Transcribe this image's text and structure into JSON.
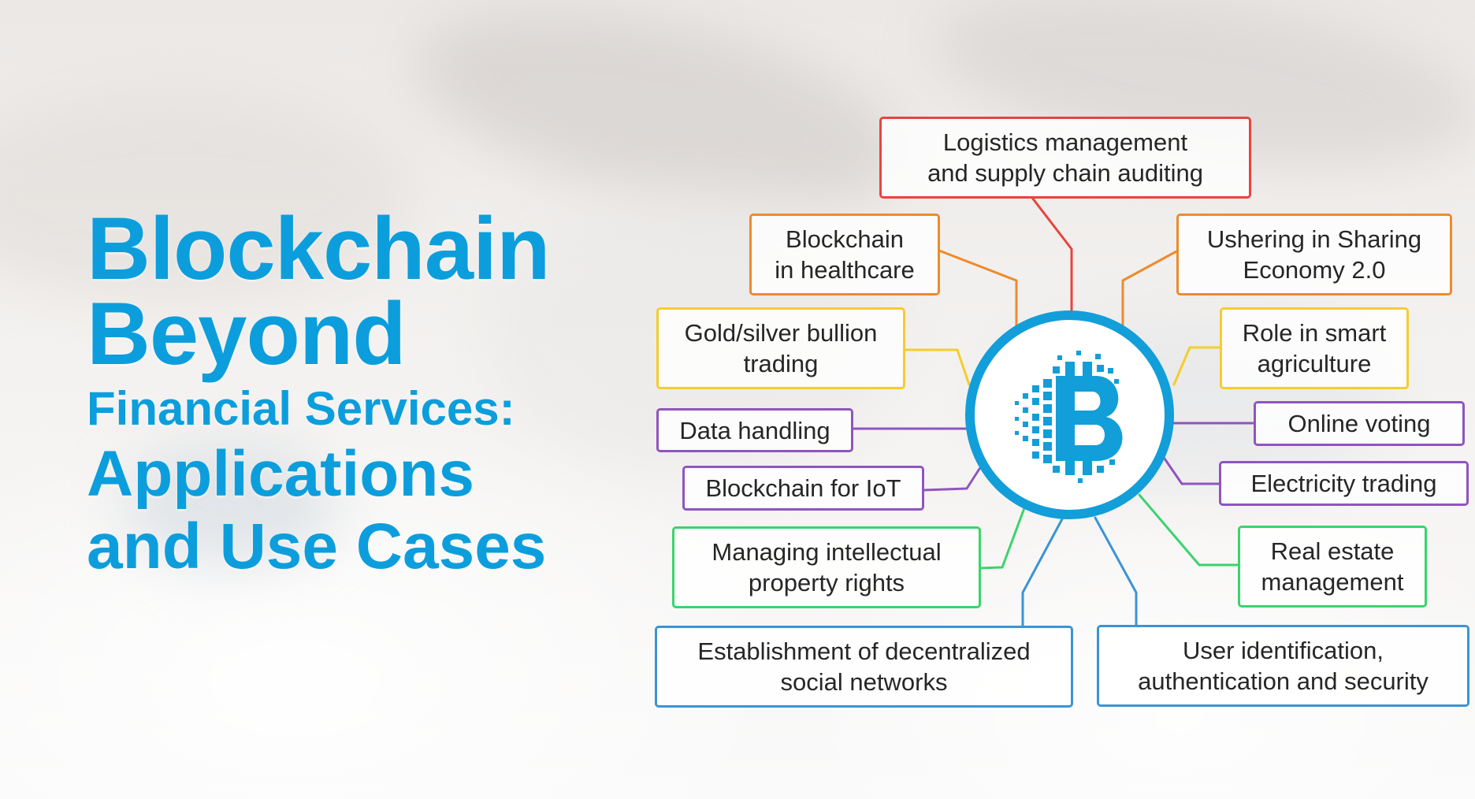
{
  "title": {
    "line1": "Blockchain",
    "line2": "Beyond",
    "line3": "Financial Services:",
    "line4": "Applications",
    "line5": "and Use Cases"
  },
  "hub": {
    "icon": "bitcoin-pixel-icon",
    "color": "#129ed9"
  },
  "colors": {
    "title": "#0c9edc",
    "red": "#e6453e",
    "orange": "#ed8b2c",
    "yellow": "#f5cd2b",
    "purple": "#8e55c0",
    "green": "#3bd36d",
    "blue": "#3b94d5"
  },
  "nodes": {
    "logistics": "Logistics management\nand supply chain auditing",
    "healthcare": "Blockchain\nin healthcare",
    "sharing_economy": "Ushering in Sharing\nEconomy 2.0",
    "bullion": "Gold/silver bullion\ntrading",
    "agriculture": "Role in smart\nagriculture",
    "data_handling": "Data handling",
    "voting": "Online voting",
    "iot": "Blockchain for IoT",
    "electricity": "Electricity trading",
    "ip_rights": "Managing intellectual\nproperty rights",
    "real_estate": "Real estate\nmanagement",
    "social_networks": "Establishment of decentralized\nsocial networks",
    "identity": "User identification,\nauthentication and security"
  }
}
